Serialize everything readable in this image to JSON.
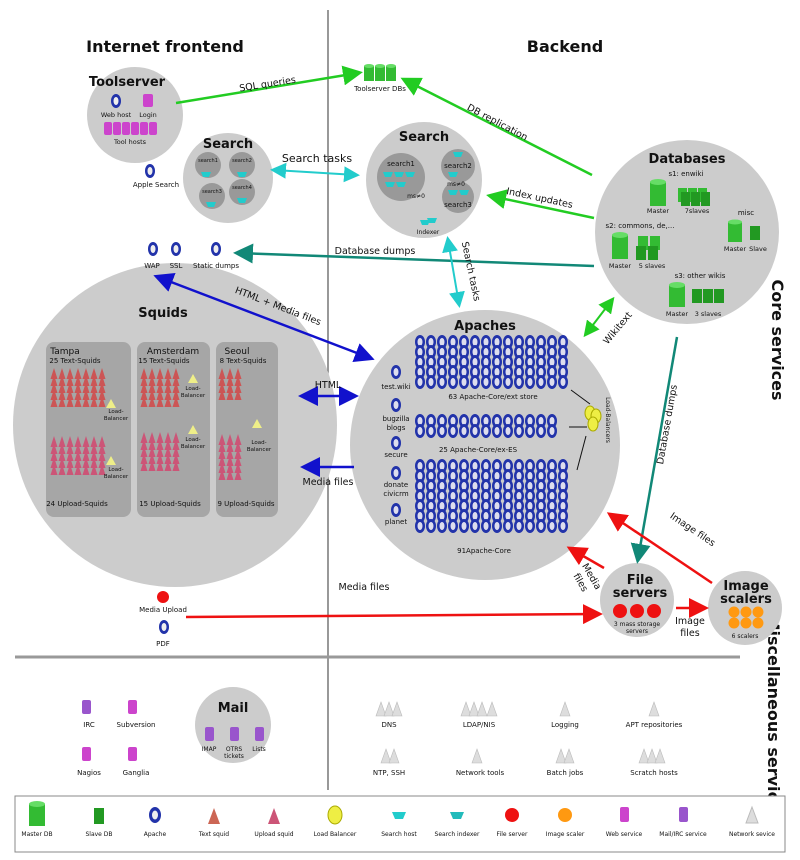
{
  "sections": {
    "internet_frontend": "Internet frontend",
    "backend": "Backend",
    "core_services": "Core services",
    "misc_services": "Miscellaneous services"
  },
  "toolserver": {
    "title": "Toolserver",
    "web_host": "Web host",
    "login": "Login",
    "tool_hosts": "Tool hosts"
  },
  "toolserver_dbs": "Toolserver DBs",
  "search_front": {
    "title": "Search",
    "nodes": [
      "search1",
      "search2",
      "search3",
      "search4"
    ],
    "apple": "Apple Search"
  },
  "search_back": {
    "title": "Search",
    "search1": "search1",
    "search2": "search2",
    "search3": "search3",
    "ms1": "ms≠0",
    "ms2": "ms≠0",
    "indexer": "Indexer"
  },
  "databases": {
    "title": "Databases",
    "s1": "s1: enwiki",
    "s1_master": "Master",
    "s1_slaves": "7slaves",
    "misc": "misc",
    "misc_master": "Master",
    "misc_slave": "Slave",
    "s2": "s2: commons, de,...",
    "s2_master": "Master",
    "s2_slaves": "5 slaves",
    "s3": "s3: other wikis",
    "s3_master": "Master",
    "s3_slaves": "3 slaves"
  },
  "frontend_small": {
    "wap": "WAP",
    "ssl": "SSL",
    "static": "Static dumps"
  },
  "squids": {
    "title": "Squids",
    "tampa": "Tampa",
    "amsterdam": "Amsterdam",
    "seoul": "Seoul",
    "tampa_text": "25 Text-Squids",
    "tampa_upload": "24 Upload-Squids",
    "ams_text": "15 Text-Squids",
    "ams_upload": "15 Upload-Squids",
    "seoul_text": "8 Text-Squids",
    "seoul_upload": "9 Upload-Squids",
    "lb1": "Load-",
    "lb2": "Balancer"
  },
  "apaches": {
    "title": "Apaches",
    "side": [
      "test.wiki",
      "bugzilla",
      "blogs",
      "secure",
      "donate",
      "civicrm",
      "planet"
    ],
    "core_ext": "63 Apache-Core/ext store",
    "core_es": "25 Apache-Core/ex-ES",
    "core": "91Apache-Core",
    "lb": "Load-Balancers"
  },
  "file_servers": {
    "title1": "File",
    "title2": "servers",
    "desc1": "3 mass storage",
    "desc2": "servers"
  },
  "image_scalers": {
    "title1": "Image",
    "title2": "scalers",
    "desc": "6 scalers"
  },
  "media_upload": "Media Upload",
  "pdf": "PDF",
  "edges": {
    "sql": "SQL queries",
    "db_repl": "DB replication",
    "search_tasks": "Search tasks",
    "index_updates": "Index updates",
    "db_dumps": "Database dumps",
    "html_media": "HTML + Media files",
    "search_tasks_v": "Search tasks",
    "wikitext": "Wikitext",
    "html": "HTML",
    "media_files": "Media files",
    "db_dumps_v": "Database dumps",
    "image_files": "Image files",
    "media_files2": "Media files",
    "media_files_v": "Media",
    "media_files_v2": "files",
    "image_files2a": "Image",
    "image_files2b": "files"
  },
  "misc": {
    "irc": "IRC",
    "subversion": "Subversion",
    "nagios": "Nagios",
    "ganglia": "Ganglia",
    "mail": "Mail",
    "imap": "IMAP",
    "otrs1": "OTRS",
    "otrs2": "tickets",
    "lists": "Lists",
    "dns": "DNS",
    "ldap": "LDAP/NIS",
    "logging": "Logging",
    "apt": "APT repositories",
    "ntp": "NTP, SSH",
    "nettools": "Network tools",
    "batch": "Batch jobs",
    "scratch": "Scratch hosts"
  },
  "legend": [
    "Master DB",
    "Slave DB",
    "Apache",
    "Text squid",
    "Upload squid",
    "Load Balancer",
    "Search host",
    "Search indexer",
    "File server",
    "Image scaler",
    "Web service",
    "Mail/IRC service",
    "Network sevice"
  ],
  "colors": {
    "node_fill": "#cccccc",
    "panel": "#a6a6a6",
    "green_arrow": "#22cc22",
    "cyan_arrow": "#22cccc",
    "teal_arrow": "#118877",
    "blue_arrow": "#1111cc",
    "red_arrow": "#ee1111",
    "db_green": "#33bb33",
    "apache_blue": "#2233aa",
    "squid_red": "#cc5555",
    "fileserver_red": "#ee1111",
    "scaler_orange": "#ff9911",
    "web_purple": "#cc44cc",
    "mail_purple": "#9955cc"
  }
}
